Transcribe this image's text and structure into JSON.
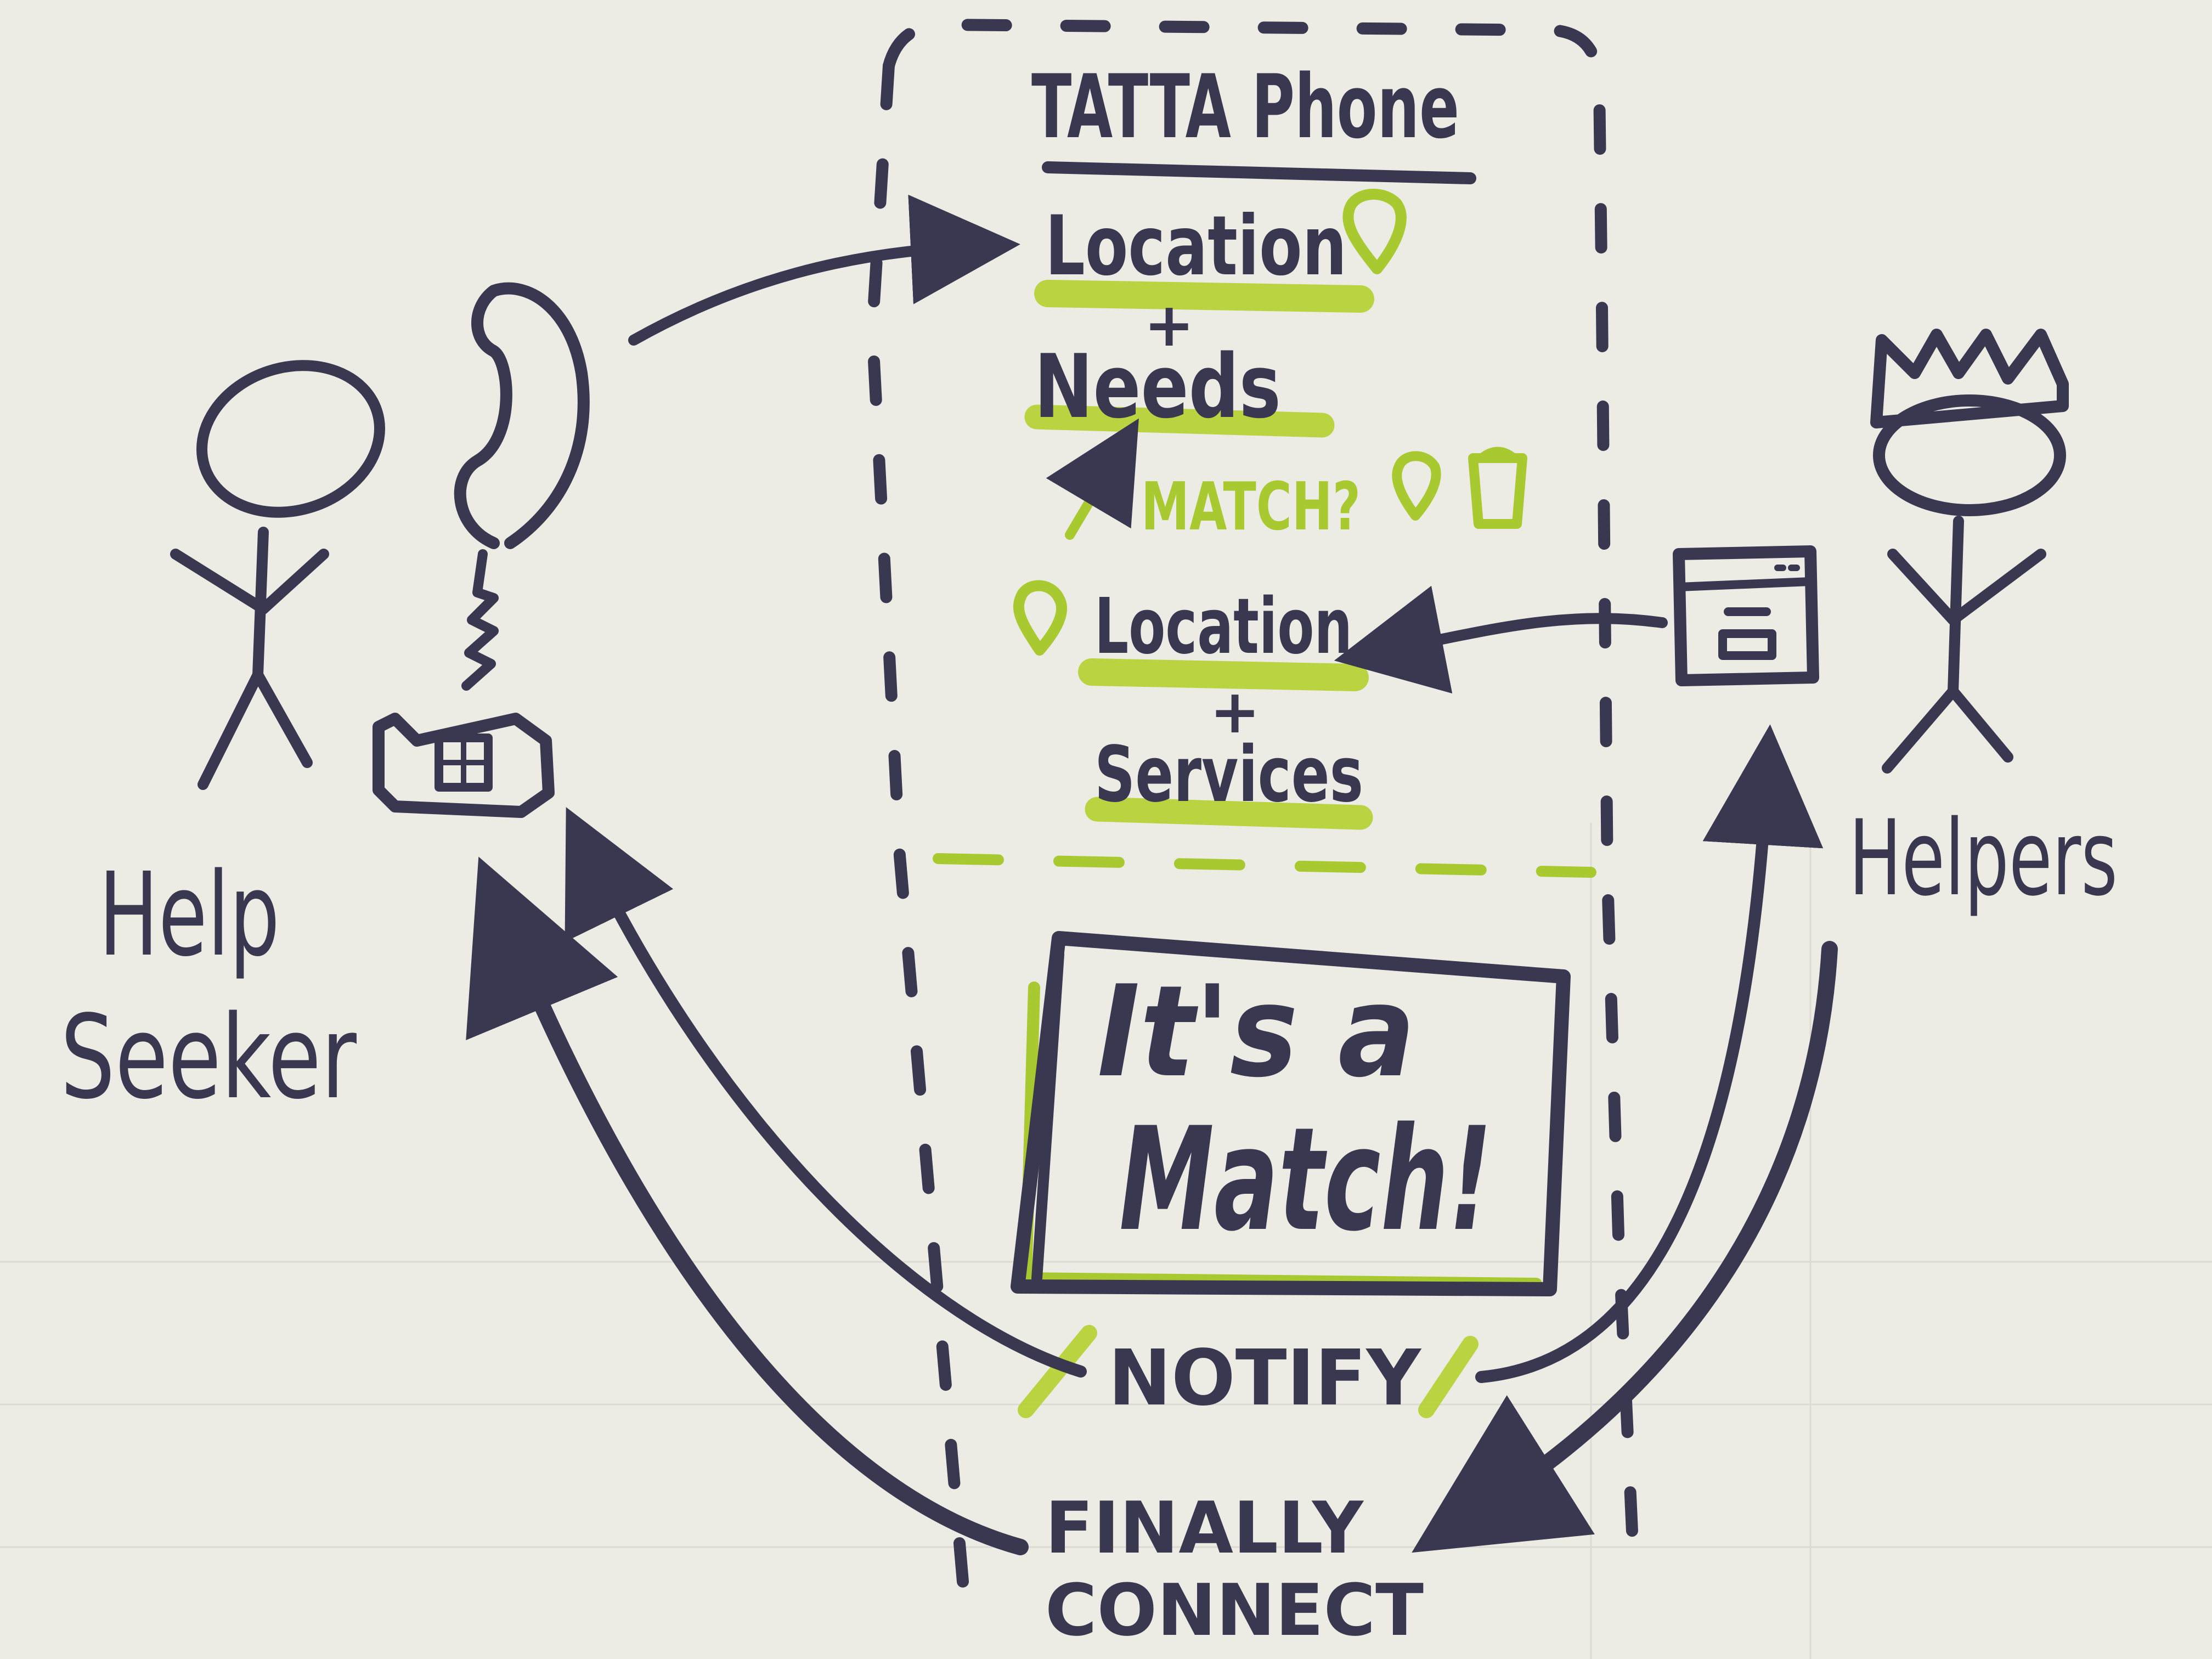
{
  "title": "TATTA Phone",
  "seeker_label": [
    "Help",
    "Seeker"
  ],
  "helpers_label": "Helpers",
  "steps": {
    "location_top": "Location",
    "plus_1": "+",
    "needs": "Needs",
    "match_question": "MATCH?",
    "location_bottom": "Location",
    "plus_2": "+",
    "services": "Services"
  },
  "match_box": {
    "line1": "It's a",
    "line2": "Match!"
  },
  "notify": "NOTIFY",
  "finally_connect": [
    "FINALLY",
    "CONNECT"
  ],
  "colors": {
    "ink": "#3a3850",
    "highlight": "#b5d12f",
    "paper": "#ecebe4"
  },
  "icons": [
    "telephone-icon",
    "location-pin-icon",
    "bucket-icon",
    "browser-window-icon",
    "crown-icon",
    "stick-figure-icon"
  ]
}
